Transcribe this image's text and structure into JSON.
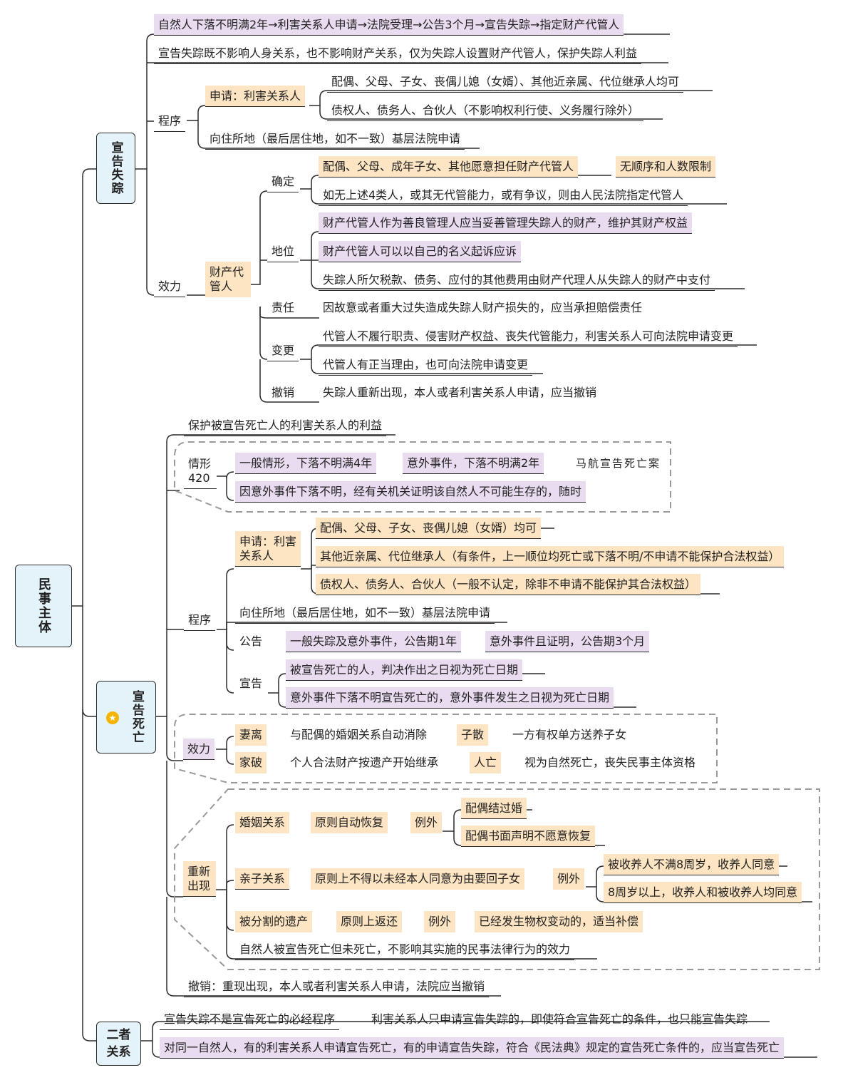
{
  "root": "民事主体",
  "sections": {
    "missing": "宣告失踪",
    "death": "宣告死亡",
    "relation": "二者关系"
  },
  "missing": {
    "flow": "自然人下落不明满2年→利害关系人申请→法院受理→公告3个月→宣告失踪→指定财产代管人",
    "effect_note": "宣告失踪既不影响人身关系，也不影响财产关系，仅为失踪人设置财产代管人，保护失踪人利益",
    "procedure": {
      "label": "程序",
      "apply": "申请：利害关系人",
      "apply_items": [
        "配偶、父母、子女、丧偶儿媳（女婿）、其他近亲属、代位继承人均可",
        "债权人、债务人、合伙人（不影响权利行使、义务履行除外）"
      ],
      "court": "向住所地（最后居住地，如不一致）基层法院申请"
    },
    "effect": {
      "label": "效力",
      "custodian": "财产代管人",
      "determine": "确定",
      "determine_items": [
        "配偶、父母、成年子女、其他愿意担任财产代管人",
        "无顺序和人数限制",
        "如无上述4类人，或其无代管能力，或有争议，则由人民法院指定代管人"
      ],
      "status": "地位",
      "status_items": [
        "财产代管人作为善良管理人应当妥善管理失踪人的财产，维护其财产权益",
        "财产代管人可以以自己的名义起诉应诉",
        "失踪人所欠税款、债务、应付的其他费用由财产代理人从失踪人的财产中支付"
      ],
      "liability": "责任",
      "liability_item": "因故意或者重大过失造成失踪人财产损失的，应当承担赔偿责任",
      "change": "变更",
      "change_items": [
        "代管人不履行职责、侵害财产权益、丧失代管能力，利害关系人可向法院申请变更",
        "代管人有正当理由，也可向法院申请变更"
      ],
      "revoke": "撤销",
      "revoke_item": "失踪人重新出现，本人或者利害关系人申请，应当撤销"
    }
  },
  "death": {
    "purpose": "保护被宣告死亡人的利害关系人的利益",
    "situations": {
      "label": "情形420",
      "general": "一般情形，下落不明满4年",
      "accident": "意外事件，下落不明满2年",
      "note": "马航宣告死亡案",
      "proven": "因意外事件下落不明，经有关机关证明该自然人不可能生存的，随时"
    },
    "procedure": {
      "label": "程序",
      "apply": "申请：利害关系人",
      "apply_items": [
        "配偶、父母、子女、丧偶儿媳（女婿）均可",
        "其他近亲属、代位继承人（有条件，上一顺位均死亡或下落不明/不申请不能保护合法权益）",
        "债权人、债务人、合伙人（一般不认定，除非不申请不能保护其合法权益）"
      ],
      "court": "向住所地（最后居住地，如不一致）基层法院申请",
      "notice": "公告",
      "notice_items": [
        "一般失踪及意外事件，公告期1年",
        "意外事件且证明，公告期3个月"
      ],
      "declare": "宣告",
      "declare_items": [
        "被宣告死亡的人，判决作出之日视为死亡日期",
        "意外事件下落不明宣告死亡的，意外事件发生之日视为死亡日期"
      ]
    },
    "effect": {
      "label": "效力",
      "a": "妻离",
      "a_text": "与配偶的婚姻关系自动消除",
      "b": "子散",
      "b_text": "一方有权单方送养子女",
      "c": "家破",
      "c_text": "个人合法财产按遗产开始继承",
      "d": "人亡",
      "d_text": "视为自然死亡，丧失民事主体资格"
    },
    "reappear": {
      "label": "重新出现",
      "marriage": "婚姻关系",
      "marriage_rule": "原则自动恢复",
      "exception": "例外",
      "marriage_ex": [
        "配偶结过婚",
        "配偶书面声明不愿意恢复"
      ],
      "parent": "亲子关系",
      "parent_rule": "原则上不得以未经本人同意为由要回子女",
      "parent_ex": [
        "被收养人不满8周岁，收养人同意",
        "8周岁以上，收养人和被收养人均同意"
      ],
      "estate": "被分割的遗产",
      "estate_rule": "原则上返还",
      "estate_ex": "已经发生物权变动的，适当补偿",
      "acts": "自然人被宣告死亡但未死亡，不影响其实施的民事法律行为的效力"
    },
    "revoke": "撤销：重现出现，本人或者利害关系人申请，法院应当撤销"
  },
  "relation": {
    "a": "宣告失踪不是宣告死亡的必经程序",
    "b": "利害关系人只申请宣告失踪的，即使符合宣告死亡的条件，也只能宣告失踪",
    "c": "对同一自然人，有的利害关系人申请宣告死亡，有的申请宣告失踪，符合《民法典》规定的宣告死亡条件的，应当宣告死亡"
  },
  "colors": {
    "purple": "#eadcf0",
    "orange": "#fde4c2",
    "section": "#e4f3f9",
    "star": "#f5b400"
  }
}
